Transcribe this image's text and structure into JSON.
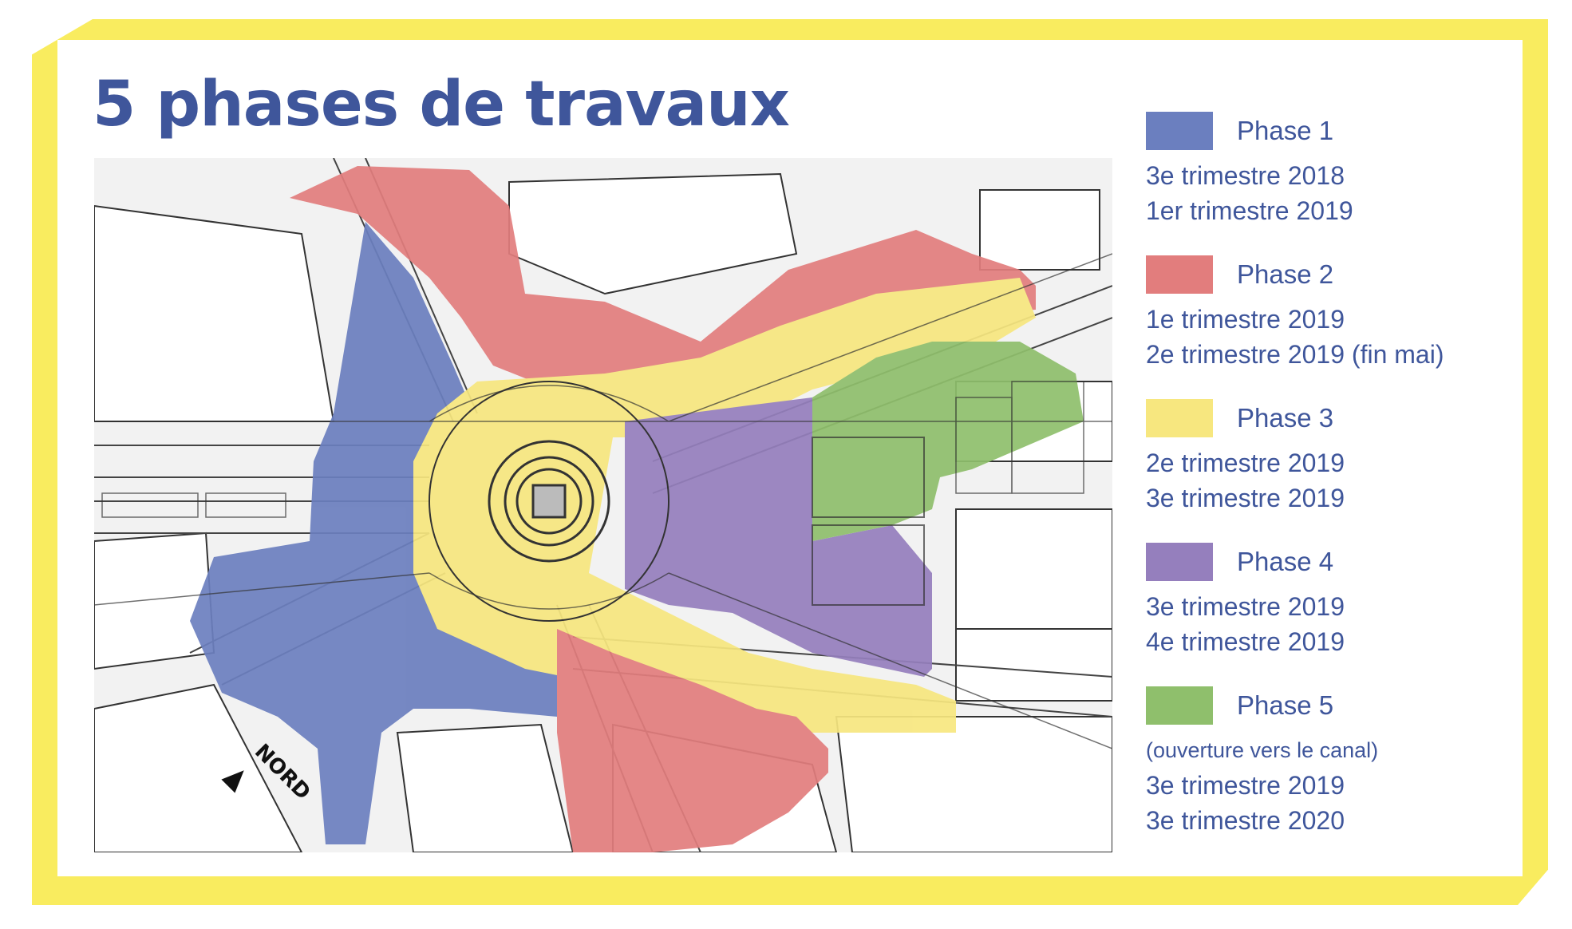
{
  "title": "5 phases de travaux",
  "north_label": "NORD",
  "colors": {
    "frame": "#f9ec5f",
    "title": "#3f569b",
    "phase1": "#6b7fbf",
    "phase2": "#e27d7d",
    "phase3": "#f7e77f",
    "phase4": "#957fbd",
    "phase5": "#8fbf6c"
  },
  "legend": [
    {
      "name": "Phase 1",
      "color": "#6b7fbf",
      "note": "",
      "dates": [
        "3e trimestre 2018",
        "1er trimestre 2019"
      ]
    },
    {
      "name": "Phase 2",
      "color": "#e27d7d",
      "note": "",
      "dates": [
        "1e trimestre 2019",
        "2e trimestre 2019 (fin mai)"
      ]
    },
    {
      "name": "Phase 3",
      "color": "#f7e77f",
      "note": "",
      "dates": [
        "2e trimestre 2019",
        "3e trimestre 2019"
      ]
    },
    {
      "name": "Phase 4",
      "color": "#957fbd",
      "note": "",
      "dates": [
        "3e trimestre 2019",
        "4e trimestre 2019"
      ]
    },
    {
      "name": "Phase 5",
      "color": "#8fbf6c",
      "note": "(ouverture vers le canal)",
      "dates": [
        "3e trimestre 2019",
        "3e trimestre 2020"
      ]
    }
  ]
}
